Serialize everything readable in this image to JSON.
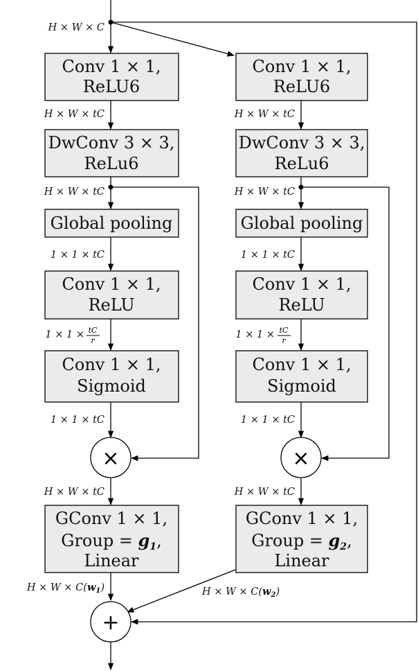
{
  "left_branch": {
    "conv1": [
      "Conv 1 × 1,",
      "ReLU6"
    ],
    "dwconv": [
      "DwConv 3 × 3,",
      "ReLu6"
    ],
    "pool": "Global pooling",
    "conv2": [
      "Conv 1 × 1,",
      "ReLU"
    ],
    "conv3": [
      "Conv 1 × 1,",
      "Sigmoid"
    ],
    "gconv": [
      "GConv 1 × 1,",
      "Group = ",
      "g",
      "1",
      ",",
      "Linear"
    ],
    "lbl_after_conv1": "H × W × tC",
    "lbl_after_dw": "H × W × tC",
    "lbl_after_pool": "1 × 1 × tC",
    "lbl_after_conv2_prefix": "1 × 1 × ",
    "lbl_after_conv3": "1 × 1 × tC",
    "lbl_after_mul": "H × W × tC",
    "lbl_out": "H × W × C(",
    "lbl_out_w": "w",
    "lbl_out_sub": "1",
    "lbl_out_close": ")"
  },
  "right_branch": {
    "conv1": [
      "Conv 1 × 1,",
      "ReLU6"
    ],
    "dwconv": [
      "DwConv 3 × 3,",
      "ReLu6"
    ],
    "pool": "Global pooling",
    "conv2": [
      "Conv 1 × 1,",
      "ReLU"
    ],
    "conv3": [
      "Conv 1 × 1,",
      "Sigmoid"
    ],
    "gconv": [
      "GConv 1 × 1,",
      "Group = ",
      "g",
      "2",
      ",",
      "Linear"
    ],
    "lbl_after_conv1": "H × W × tC",
    "lbl_after_dw": "H × W × tC",
    "lbl_after_pool": "1 × 1 × tC",
    "lbl_after_conv2_prefix": "1 × 1 × ",
    "lbl_after_conv3": "1 × 1 × tC",
    "lbl_after_mul": "H × W × tC",
    "lbl_out": "H × W × C(",
    "lbl_out_w": "w",
    "lbl_out_sub": "2",
    "lbl_out_close": ")"
  },
  "input_label": "H × W × C",
  "frac": {
    "num": "tC",
    "den": "r"
  },
  "ops": {
    "multiply": "×",
    "add": "+"
  }
}
